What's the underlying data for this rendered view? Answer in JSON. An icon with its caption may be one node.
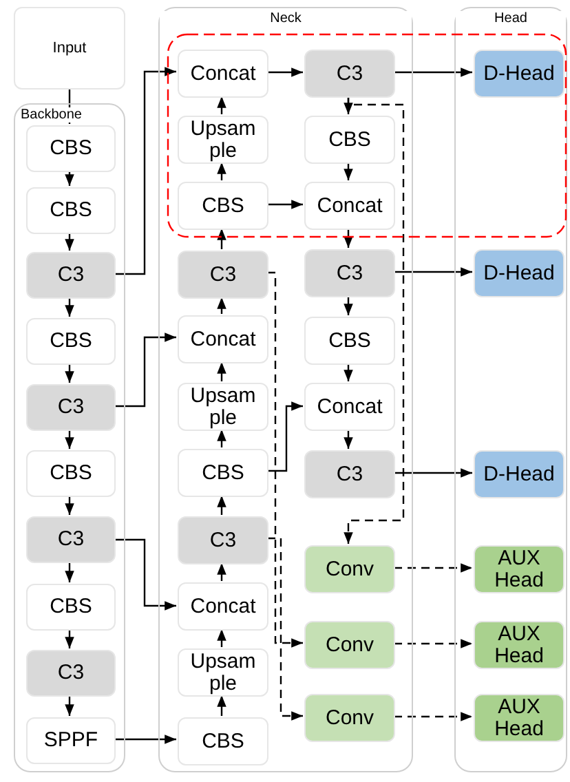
{
  "diagram": {
    "nodes": [
      {
        "text": [
          "Input"
        ]
      },
      {
        "text": [
          "Backbone"
        ]
      },
      {
        "text": [
          "CBS"
        ],
        "in": 1
      },
      {
        "text": [
          "CBS"
        ],
        "in": 1
      },
      {
        "text": [
          "C3"
        ],
        "in": 1
      },
      {
        "text": [
          "CBS"
        ],
        "in": 1
      },
      {
        "text": [
          "C3"
        ],
        "in": 1
      },
      {
        "text": [
          "CBS"
        ],
        "in": 1
      },
      {
        "text": [
          "C3"
        ],
        "in": 1
      },
      {
        "text": [
          "CBS"
        ],
        "in": 1
      },
      {
        "text": [
          "C3"
        ],
        "in": 1
      },
      {
        "text": [
          "SPPF"
        ],
        "in": 1
      },
      {
        "text": [
          "Neck"
        ]
      },
      {
        "text": [
          "Concat"
        ],
        "in": 12
      },
      {
        "text": [
          "Upsample"
        ],
        "in": 12
      },
      {
        "text": [
          "CBS"
        ],
        "in": 12
      },
      {
        "text": [
          "C3"
        ],
        "in": 12
      },
      {
        "text": [
          "Concat"
        ],
        "in": 12
      },
      {
        "text": [
          "Upsample"
        ],
        "in": 12
      },
      {
        "text": [
          "CBS"
        ],
        "in": 12
      },
      {
        "text": [
          "C3"
        ],
        "in": 12
      },
      {
        "text": [
          "Concat"
        ],
        "in": 12
      },
      {
        "text": [
          "Upsample"
        ],
        "in": 12
      },
      {
        "text": [
          "CBS"
        ],
        "in": 12
      },
      {
        "text": [
          "C3"
        ],
        "in": 12
      },
      {
        "text": [
          "CBS"
        ],
        "in": 12
      },
      {
        "text": [
          "Concat"
        ],
        "in": 12
      },
      {
        "text": [
          "C3"
        ],
        "in": 12
      },
      {
        "text": [
          "CBS"
        ],
        "in": 12
      },
      {
        "text": [
          "Concat"
        ],
        "in": 12
      },
      {
        "text": [
          "C3"
        ],
        "in": 12
      },
      {
        "text": [
          "Conv"
        ],
        "in": 12
      },
      {
        "text": [
          "Conv"
        ],
        "in": 12
      },
      {
        "text": [
          "Conv"
        ],
        "in": 12
      },
      {
        "text": [
          "Head"
        ]
      },
      {
        "text": [
          "D-Head"
        ],
        "in": 34
      },
      {
        "text": [
          "D-Head"
        ],
        "in": 34
      },
      {
        "text": [
          "D-Head"
        ],
        "in": 34
      },
      {
        "text": [
          "AUX Head"
        ],
        "in": 34
      },
      {
        "text": [
          "AUX Head"
        ],
        "in": 34
      },
      {
        "text": [
          "AUX Head"
        ],
        "in": 34
      }
    ],
    "edges": [
      {
        "from": 0,
        "to": 2,
        "arrow": "to"
      },
      {
        "from": 2,
        "to": 3,
        "arrow": "to"
      },
      {
        "from": 3,
        "to": 4,
        "arrow": "to"
      },
      {
        "from": 4,
        "to": 5,
        "arrow": "to"
      },
      {
        "from": 5,
        "to": 6,
        "arrow": "to"
      },
      {
        "from": 6,
        "to": 7,
        "arrow": "to"
      },
      {
        "from": 7,
        "to": 8,
        "arrow": "to"
      },
      {
        "from": 8,
        "to": 9,
        "arrow": "to"
      },
      {
        "from": 9,
        "to": 10,
        "arrow": "to"
      },
      {
        "from": 10,
        "to": 11,
        "arrow": "to"
      },
      {
        "from": 4,
        "to": 13,
        "arrow": "to"
      },
      {
        "from": 6,
        "to": 17,
        "arrow": "to"
      },
      {
        "from": 8,
        "to": 21,
        "arrow": "to"
      },
      {
        "from": 11,
        "to": 23,
        "arrow": "to"
      },
      {
        "from": 23,
        "to": 22,
        "arrow": "to"
      },
      {
        "from": 22,
        "to": 21,
        "arrow": "to"
      },
      {
        "from": 21,
        "to": 20,
        "arrow": "to"
      },
      {
        "from": 20,
        "to": 19,
        "arrow": "to"
      },
      {
        "from": 19,
        "to": 18,
        "arrow": "to"
      },
      {
        "from": 18,
        "to": 17,
        "arrow": "to"
      },
      {
        "from": 17,
        "to": 16,
        "arrow": "to"
      },
      {
        "from": 16,
        "to": 15,
        "arrow": "to"
      },
      {
        "from": 15,
        "to": 14,
        "arrow": "to"
      },
      {
        "from": 14,
        "to": 13,
        "arrow": "to"
      },
      {
        "from": 13,
        "to": 24,
        "arrow": "to"
      },
      {
        "from": 15,
        "to": 26,
        "arrow": "to"
      },
      {
        "from": 19,
        "to": 29,
        "arrow": "to"
      },
      {
        "from": 24,
        "to": 25,
        "arrow": "to"
      },
      {
        "from": 25,
        "to": 26,
        "arrow": "to"
      },
      {
        "from": 26,
        "to": 27,
        "arrow": "to"
      },
      {
        "from": 27,
        "to": 28,
        "arrow": "to"
      },
      {
        "from": 28,
        "to": 29,
        "arrow": "to"
      },
      {
        "from": 29,
        "to": 30,
        "arrow": "to"
      },
      {
        "from": 24,
        "to": 35,
        "arrow": "to"
      },
      {
        "from": 27,
        "to": 36,
        "arrow": "to"
      },
      {
        "from": 30,
        "to": 37,
        "arrow": "to"
      },
      {
        "from": 24,
        "to": 31,
        "arrow": "to",
        "style": "dashed"
      },
      {
        "from": 16,
        "to": 32,
        "arrow": "to",
        "style": "dashed"
      },
      {
        "from": 20,
        "to": 33,
        "arrow": "to",
        "style": "dashed"
      },
      {
        "from": 31,
        "to": 38,
        "arrow": "to",
        "style": "dashed"
      },
      {
        "from": 32,
        "to": 39,
        "arrow": "to",
        "style": "dashed"
      },
      {
        "from": 33,
        "to": 40,
        "arrow": "to",
        "style": "dashed"
      }
    ]
  }
}
